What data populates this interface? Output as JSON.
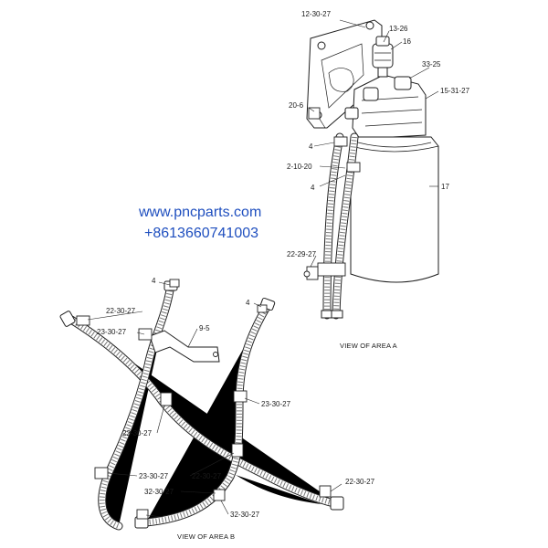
{
  "watermark": {
    "url": "www.pncparts.com",
    "phone": "+8613660741003",
    "color": "#1f4fbf"
  },
  "area_a": {
    "caption": "VIEW OF AREA A",
    "callouts": {
      "c_12_30_27": "12-30-27",
      "c_13_26": "13-26",
      "c_16": "16",
      "c_33_25": "33-25",
      "c_15_31_27": "15-31-27",
      "c_20_6": "20-6",
      "c_4a": "4",
      "c_2_10_20": "2-10-20",
      "c_4b": "4",
      "c_17": "17",
      "c_22_29_27": "22-29-27"
    }
  },
  "area_b": {
    "caption": "VIEW OF AREA B",
    "callouts": {
      "c_4a": "4",
      "c_4b": "4",
      "c_22_30_27_a": "22-30-27",
      "c_23_30_27_a": "23-30-27",
      "c_9_5": "9-5",
      "c_23_30_27_b": "23-30-27",
      "c_22_30_27_b": "22-30-27",
      "c_23_30_27_c": "23-30-27",
      "c_22_30_27_c": "22-30-27",
      "c_22_30_27_d": "22-30-27",
      "c_32_30_27_a": "32-30-27",
      "c_32_30_27_b": "32-30-27"
    }
  }
}
